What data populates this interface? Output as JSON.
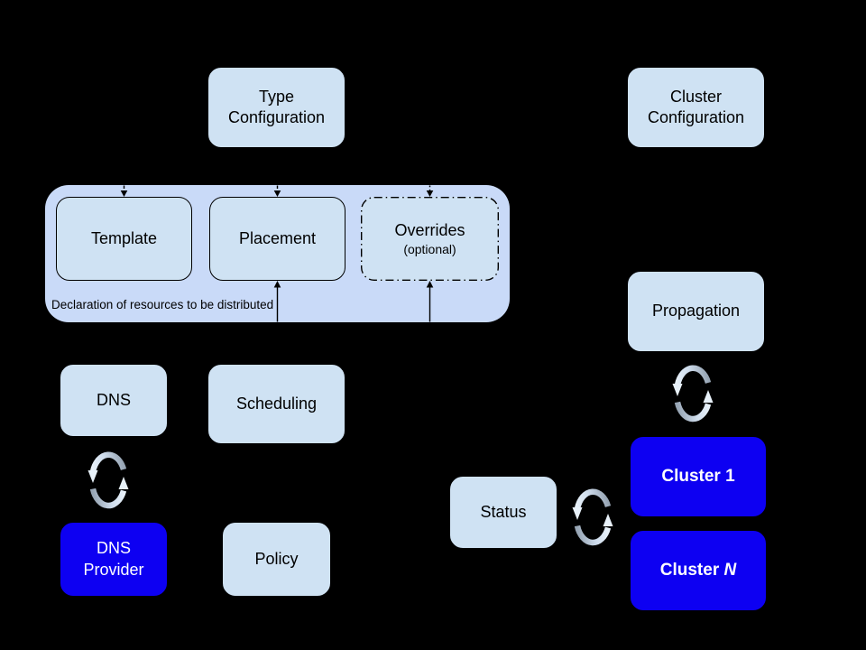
{
  "colors": {
    "background": "#000000",
    "container_fill": "#c9daf8",
    "box_fill": "#cfe2f3",
    "cluster_fill": "#0d00f2",
    "box_text": "#000000",
    "cluster_text": "#ffffff",
    "sync_arrow_light": "#e8f1f9",
    "sync_arrow_dark": "#97a5b4",
    "connector_line": "#000000"
  },
  "nodes": {
    "type_config": {
      "label": "Type\nConfiguration"
    },
    "cluster_config": {
      "label": "Cluster\nConfiguration"
    },
    "template": {
      "label": "Template"
    },
    "placement": {
      "label": "Placement"
    },
    "overrides": {
      "label": "Overrides",
      "sublabel": "(optional)"
    },
    "dns": {
      "label": "DNS"
    },
    "scheduling": {
      "label": "Scheduling"
    },
    "propagation": {
      "label": "Propagation"
    },
    "dns_provider": {
      "label": "DNS\nProvider"
    },
    "policy": {
      "label": "Policy"
    },
    "status": {
      "label": "Status"
    },
    "cluster_1": {
      "label": "Cluster 1"
    },
    "cluster_n": {
      "prefix": "Cluster ",
      "suffix": "N"
    }
  },
  "container": {
    "caption": "Declaration of resources to be distributed"
  },
  "icons": {
    "sync": "circular-sync-arrows"
  }
}
